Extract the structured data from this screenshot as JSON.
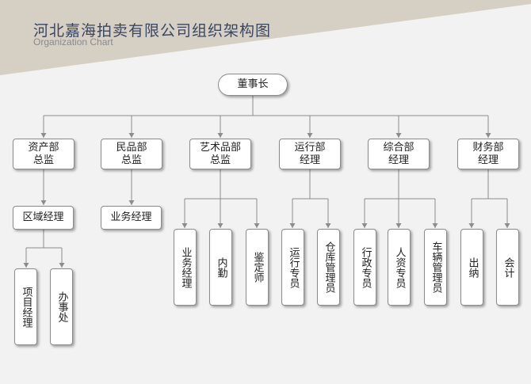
{
  "header": {
    "title": "河北嘉海拍卖有限公司组织架构图",
    "subtitle": "Organization Chart"
  },
  "colors": {
    "banner": "#d6cfc4",
    "line": "#8c8c8c",
    "node_border": "#8c8c8c"
  },
  "chart": {
    "root": "董事长",
    "departments": [
      {
        "label": "资产部\n总监",
        "children": [
          {
            "label": "区域经理",
            "children": [
              "项目经理",
              "办事处"
            ]
          }
        ]
      },
      {
        "label": "民品部\n总监",
        "children": [
          {
            "label": "业务经理"
          }
        ]
      },
      {
        "label": "艺术品部\n总监",
        "children": [
          "业务经理",
          "内勤",
          "鉴定师"
        ]
      },
      {
        "label": "运行部\n经理",
        "children": [
          "运行专员",
          "仓库管理员"
        ]
      },
      {
        "label": "综合部\n经理",
        "children": [
          "行政专员",
          "人资专员",
          "车辆管理员"
        ]
      },
      {
        "label": "财务部\n经理",
        "children": [
          "出纳",
          "会计"
        ]
      }
    ]
  }
}
